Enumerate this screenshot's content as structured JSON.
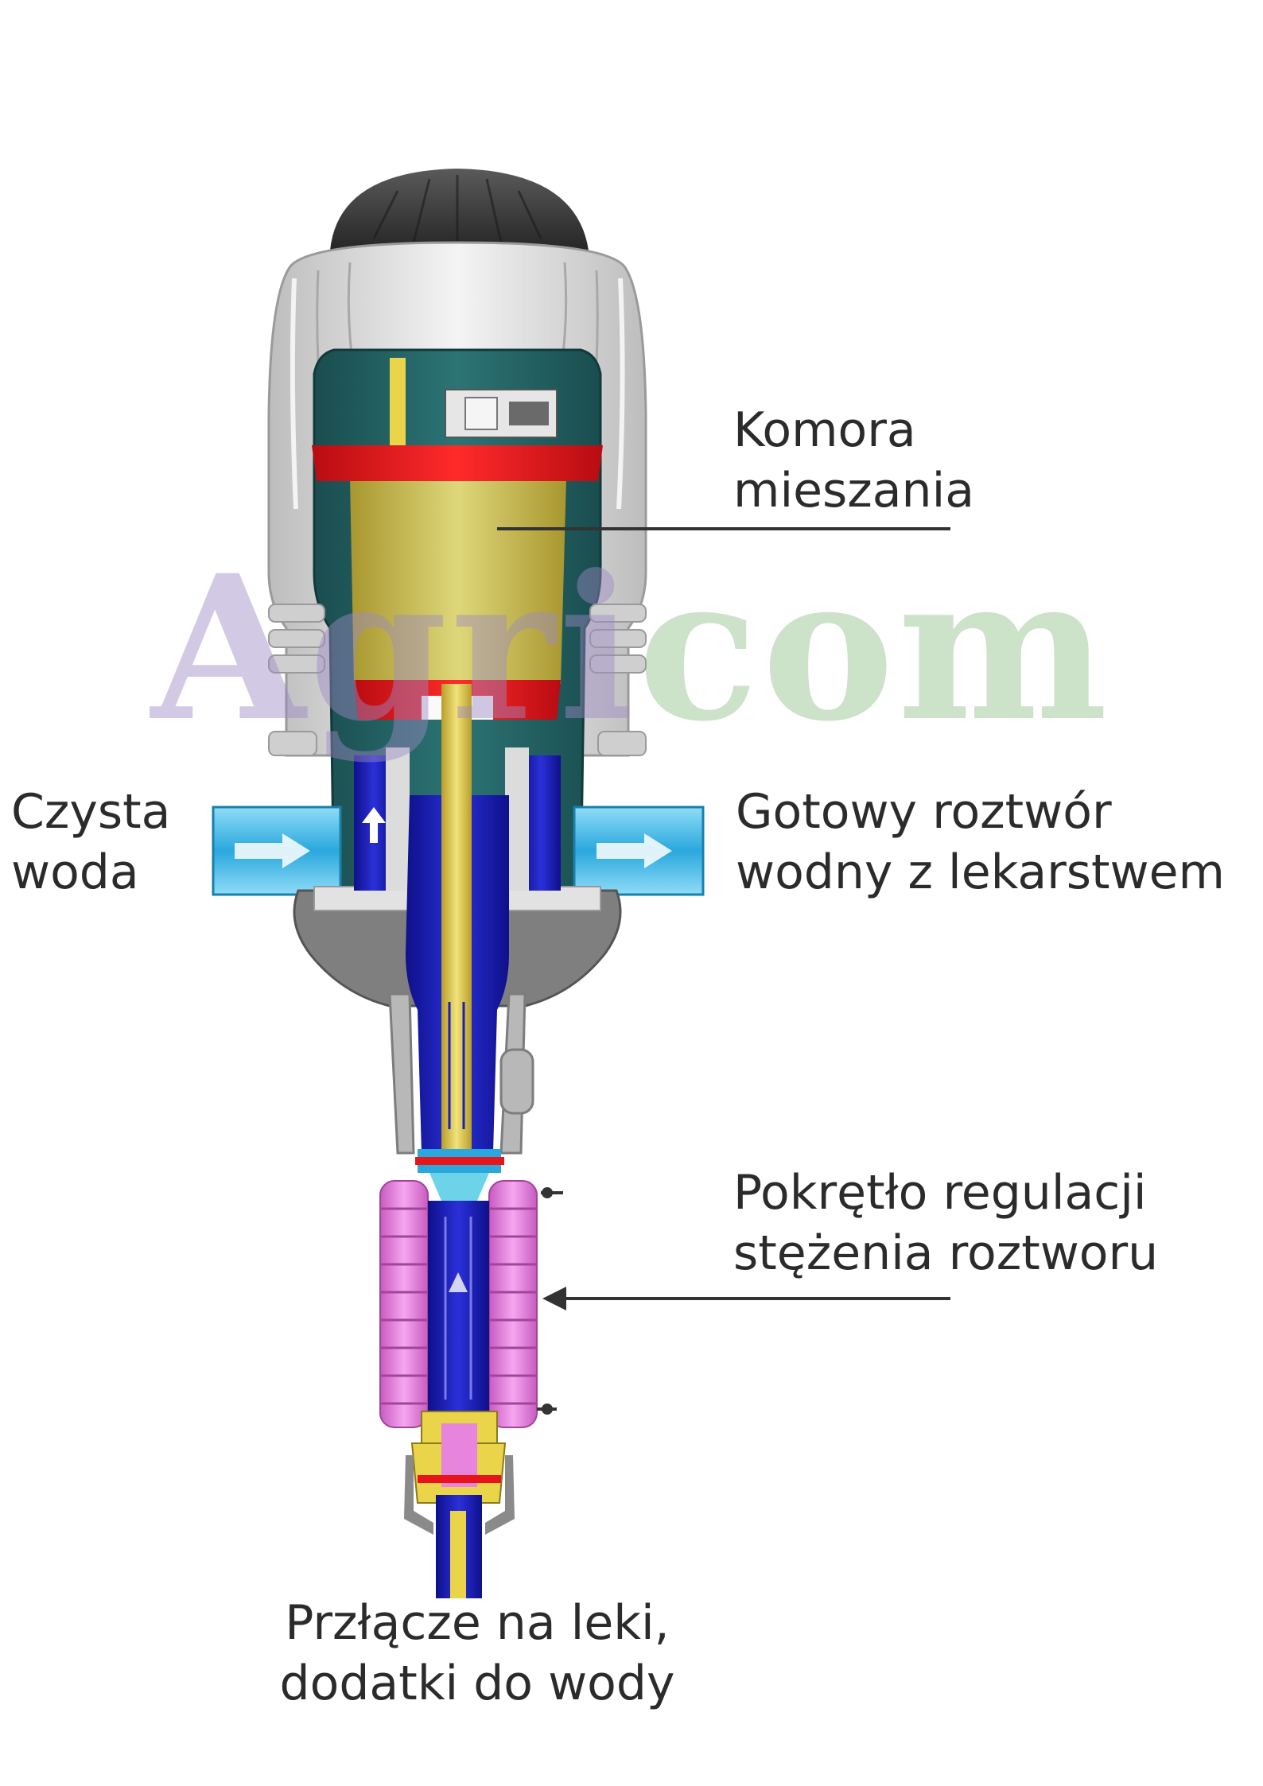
{
  "labels": {
    "mixing_chamber": {
      "line1": "Komora",
      "line2": "mieszania"
    },
    "clean_water": {
      "line1": "Czysta",
      "line2": "woda"
    },
    "ready_solution": {
      "line1": "Gotowy roztwór",
      "line2": "wodny z lekarstwem"
    },
    "dosage_knob": {
      "line1": "Pokrętło regulacji",
      "line2": "stężenia roztworu"
    },
    "medicine_connector": {
      "line1": "Przłącze na leki,",
      "line2": "dodatki do wody"
    }
  },
  "watermark": {
    "part1": "Agri",
    "part2": "com"
  },
  "colors": {
    "background": "#ffffff",
    "housing_light": "#d9d9d9",
    "cap_dark": "#3a3a3a",
    "chamber_teal": "#1f5a5a",
    "ring_red": "#e8141c",
    "piston_yellow": "#e9d44a",
    "flow_blue": "#1c20b8",
    "pipe_cyan": "#37b7e6",
    "bellows_pink": "#e684de",
    "leader_line": "#333333"
  }
}
